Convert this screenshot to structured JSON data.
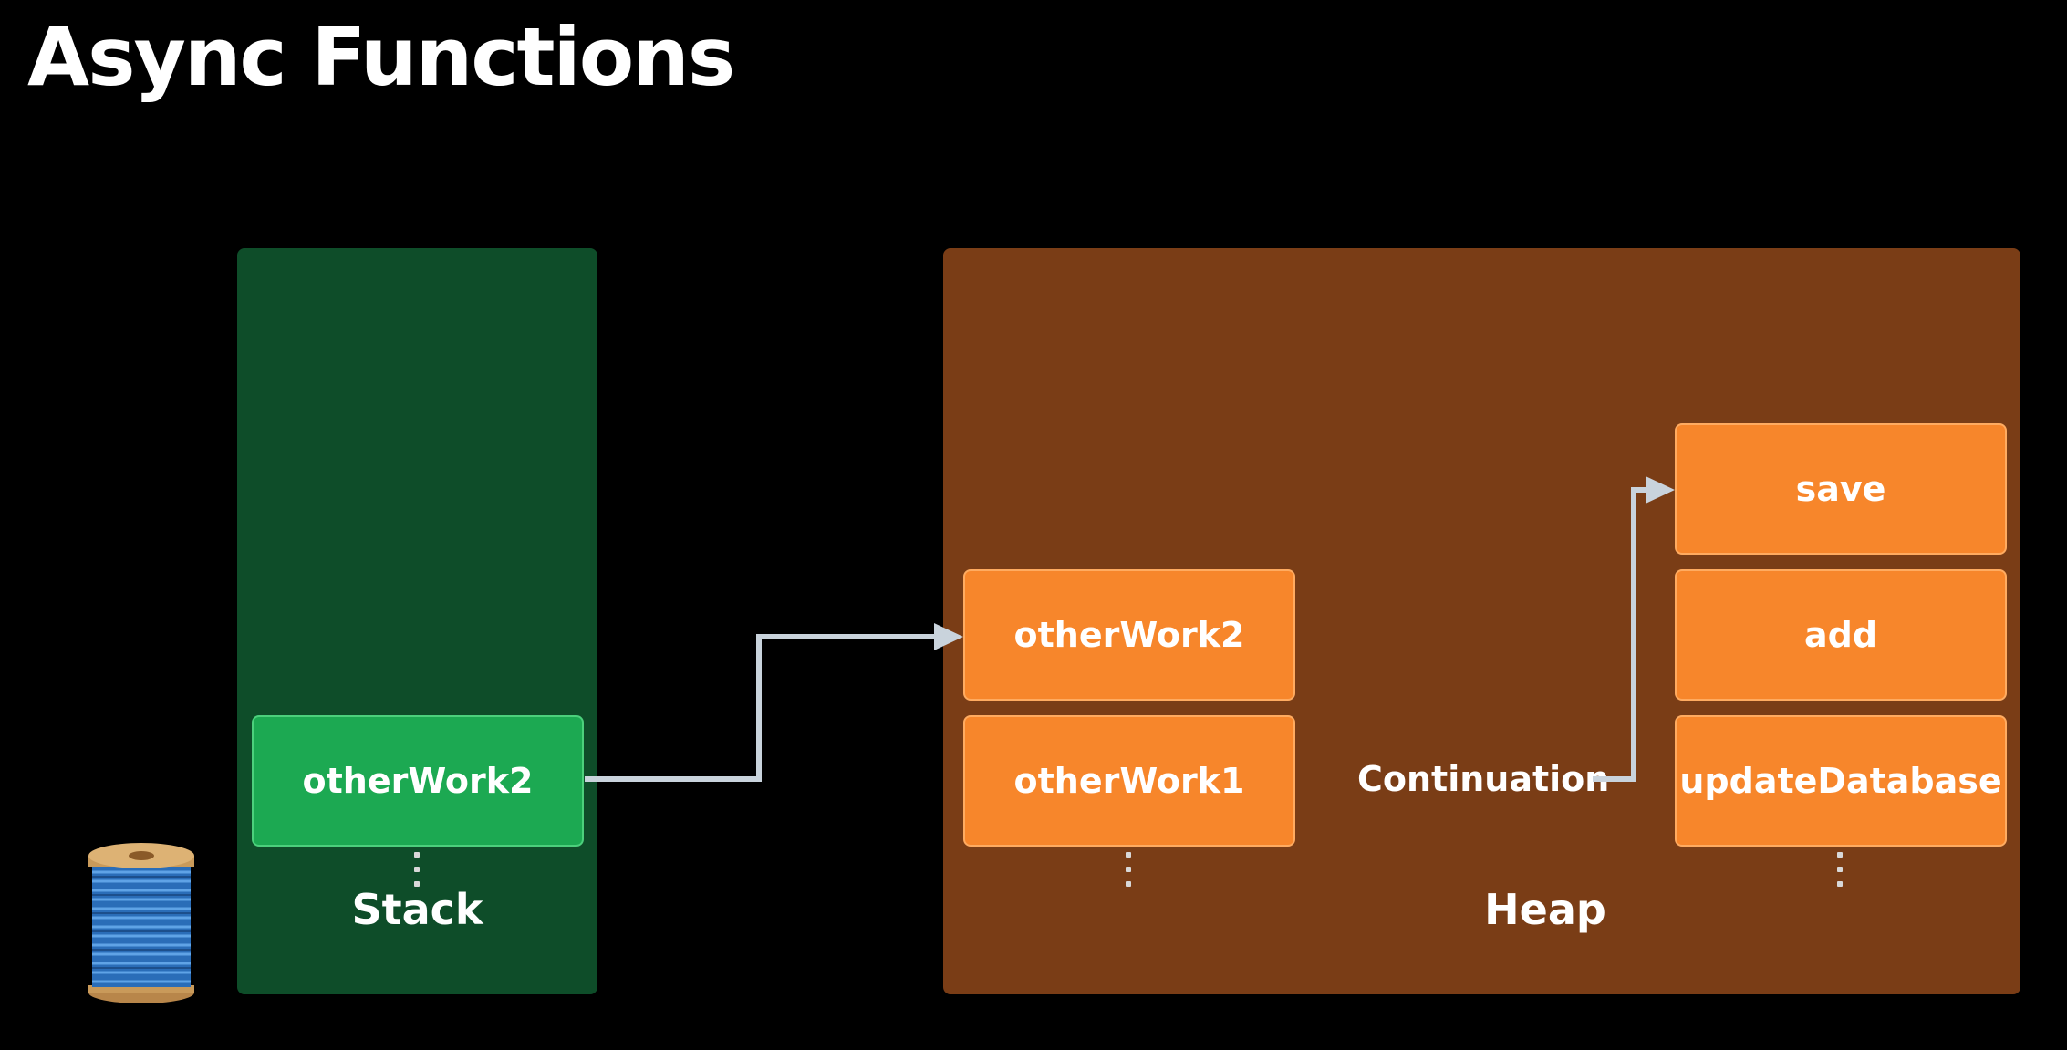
{
  "title": "Async Functions",
  "stack": {
    "label": "Stack",
    "frames": [
      "otherWork2"
    ]
  },
  "heap": {
    "label": "Heap",
    "column1": [
      "otherWork2",
      "otherWork1"
    ],
    "continuation_label": "Continuation",
    "column2": [
      "save",
      "add",
      "updateDatabase"
    ]
  },
  "icons": {
    "thread": "thread-spool-icon"
  },
  "colors": {
    "background": "#000000",
    "stack_region": "#0e4d29",
    "stack_frame": "#1ca952",
    "heap_region": "#7a3d16",
    "heap_frame": "#f7862b",
    "arrow": "#c9d3dc"
  }
}
